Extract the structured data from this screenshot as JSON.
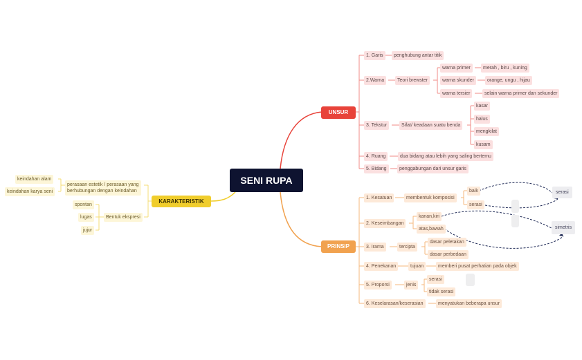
{
  "root": "SENI RUPA",
  "unsur": {
    "title": "UNSUR",
    "garis": {
      "label": "1. Garis",
      "desc": "penghubung antar titik"
    },
    "warna": {
      "label": "2.Warna",
      "teori": "Teori brewster",
      "primer": "warna primer",
      "primer_val": "merah , biru , kuning",
      "skunder": "warna skunder",
      "skunder_val": "orange, ungu , hijau",
      "tersier": "warna tersier",
      "tersier_val": "selain warna primer dan sekunder"
    },
    "tekstur": {
      "label": "3. Tekstur",
      "sifat": "Sifat/ keadaan suatu benda",
      "items": [
        "kasar",
        "halus",
        "mengkilat",
        "kusam"
      ]
    },
    "ruang": {
      "label": "4. Ruang",
      "desc": "dua bidang atau lebih yang saling bertemu"
    },
    "bidang": {
      "label": "5. Bidang",
      "desc": "penggabungan dari unsur garis"
    }
  },
  "prinsip": {
    "title": "PRINSIP",
    "kesatuan": {
      "label": "1. Kesatuan",
      "desc": "membentuk komposisi",
      "items": [
        "baik",
        "serasi"
      ]
    },
    "keseimbangan": {
      "label": "2. Keseimbangan",
      "items": [
        "kanan,kiri",
        "atas,bawah"
      ]
    },
    "irama": {
      "label": "3. Irama",
      "desc": "tercipta",
      "items": [
        "dasar peletakan",
        "dasar perbedaan"
      ]
    },
    "penekanan": {
      "label": "4. Penekanan",
      "desc": "tujuan",
      "detail": "memberi pusat perhatian pada objek"
    },
    "proporsi": {
      "label": "5. Proporsi",
      "desc": "jenis",
      "items": [
        "serasi",
        "tidak serasi"
      ]
    },
    "keselarasan": {
      "label": "6. Keselarasan/keserasian",
      "desc": "menyatukan beberapa unsur"
    },
    "float": {
      "serasi": "serasi",
      "simetris": "simetris"
    }
  },
  "karakteristik": {
    "title": "KARAKTERISTIK",
    "estetik": "perasaan estetik / perasaan yang berhubungan dengan keindahan",
    "estetik_line1": "perasaan estetik / perasaan yang",
    "estetik_line2": "berhubungan dengan keindahan",
    "estetik_items": [
      "keindahan alam",
      "keindahan karya seni"
    ],
    "ekspresi": "Bentuk ekspresi",
    "ekspresi_items": [
      "spontan",
      "lugas",
      "jujur"
    ]
  },
  "colors": {
    "center": "#0e1330",
    "unsur": "#e8433a",
    "prinsip": "#f1a24f",
    "karakteristik": "#f0cd2c"
  }
}
